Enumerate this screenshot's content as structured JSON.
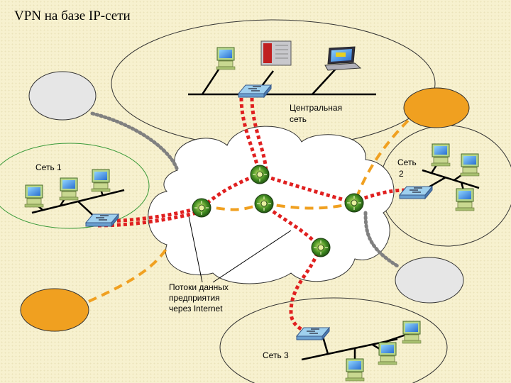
{
  "title": "VPN на базе IP-сети",
  "labels": {
    "central_line1": "Центральная",
    "central_line2": "сеть",
    "net1": "Сеть 1",
    "net2_line1": "Сеть",
    "net2_line2": "2",
    "net3": "Сеть 3",
    "flows_line1": "Потоки данных",
    "flows_line2": "предприятия",
    "flows_line3": "через Internet"
  },
  "colors": {
    "vpn_tunnel": "#e02020",
    "dial_link": "#f0a020",
    "leased_link": "#808080",
    "remote_site": "#f0a020",
    "idle_site": "#e6e6e6",
    "net1_border": "#3a9a3a"
  },
  "icons": [
    "workstation-icon",
    "server-icon",
    "laptop-icon",
    "switch-icon",
    "router-icon",
    "cloud-icon"
  ]
}
